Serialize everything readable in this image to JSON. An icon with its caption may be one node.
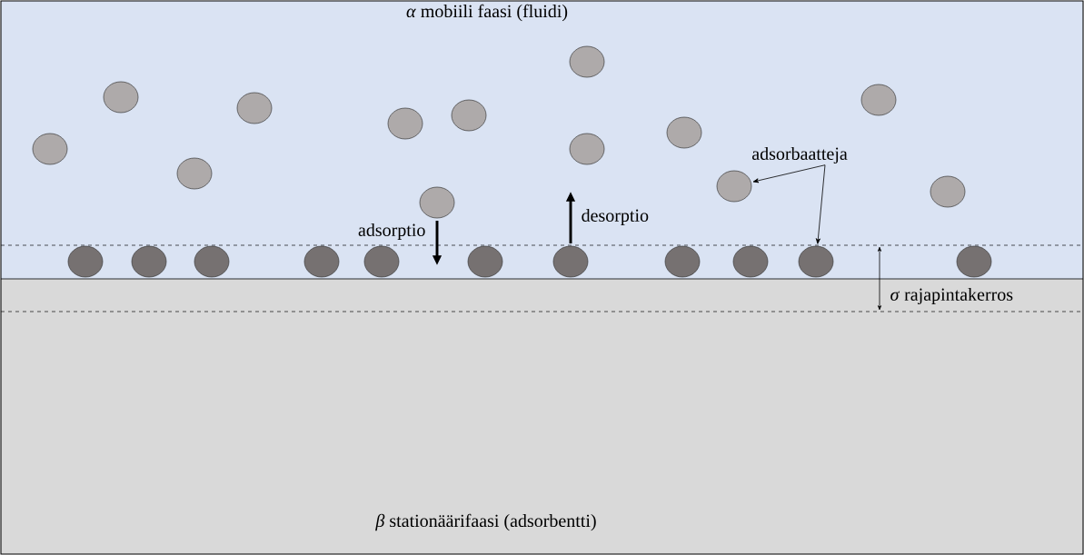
{
  "diagram": {
    "nodes": [
      {
        "text": [
          "adsorbaatteja"
        ]
      },
      {
        "text": [],
        "shape": "circle"
      },
      {
        "text": [],
        "shape": "circle"
      }
    ],
    "edges": [
      {
        "from": 0,
        "to": 1,
        "arrow": "to"
      },
      {
        "from": 0,
        "to": 2,
        "arrow": "to"
      }
    ],
    "labels": [
      "*α* mobiili faasi (fluidi)",
      "adsorptio",
      "desorptio",
      "*σ* rajapintakerros",
      "*β* stationäärifaasi (adsorbentti)"
    ]
  }
}
